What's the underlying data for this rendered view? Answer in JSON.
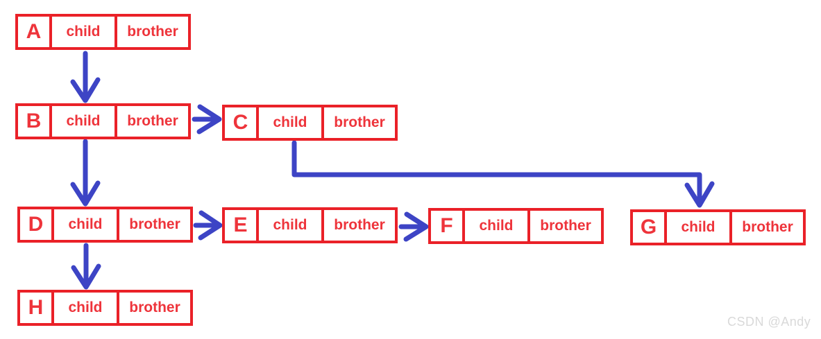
{
  "diagram": {
    "description": "Tree stored with child-brother (first child / next sibling) linked node representation",
    "field_labels": {
      "child": "child",
      "brother": "brother"
    },
    "nodes": [
      {
        "letter": "A",
        "child_label": "child",
        "brother_label": "brother"
      },
      {
        "letter": "B",
        "child_label": "child",
        "brother_label": "brother"
      },
      {
        "letter": "C",
        "child_label": "child",
        "brother_label": "brother"
      },
      {
        "letter": "D",
        "child_label": "child",
        "brother_label": "brother"
      },
      {
        "letter": "E",
        "child_label": "child",
        "brother_label": "brother"
      },
      {
        "letter": "F",
        "child_label": "child",
        "brother_label": "brother"
      },
      {
        "letter": "G",
        "child_label": "child",
        "brother_label": "brother"
      },
      {
        "letter": "H",
        "child_label": "child",
        "brother_label": "brother"
      }
    ],
    "edges": [
      {
        "from": "A",
        "via": "child",
        "to": "B"
      },
      {
        "from": "B",
        "via": "brother",
        "to": "C"
      },
      {
        "from": "B",
        "via": "child",
        "to": "D"
      },
      {
        "from": "C",
        "via": "child",
        "to": "G"
      },
      {
        "from": "D",
        "via": "brother",
        "to": "E"
      },
      {
        "from": "D",
        "via": "child",
        "to": "H"
      },
      {
        "from": "E",
        "via": "brother",
        "to": "F"
      }
    ]
  },
  "colors": {
    "box_border": "#ea2128",
    "box_text": "#ee343b",
    "arrow": "#3d44c5",
    "watermark_text": "#d9d9d9",
    "background": "#ffffff"
  },
  "watermark": {
    "text": "CSDN @Andy"
  }
}
